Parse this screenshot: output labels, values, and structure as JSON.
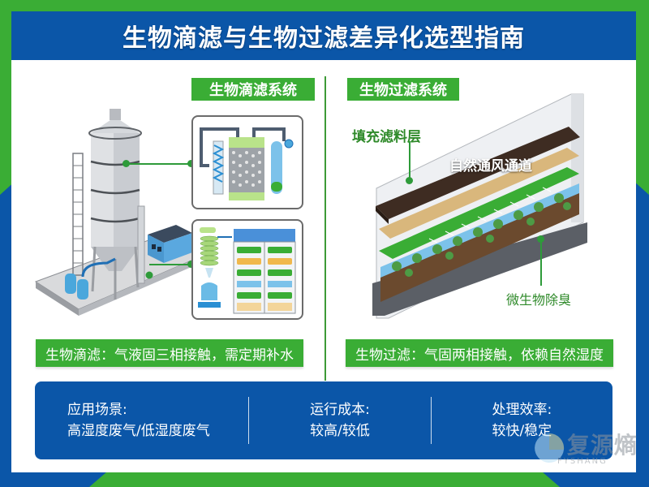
{
  "title": "生物滴滤与生物过滤差异化选型指南",
  "colors": {
    "brand_blue": "#0b56a8",
    "brand_green": "#3aad35",
    "connector_green": "#2e9b3a",
    "white": "#ffffff"
  },
  "left_section": {
    "tag": "生物滴滤系统",
    "summary": "生物滴滤：气液固三相接触，需定期补水",
    "illustrations": [
      "silo-tower-icon",
      "trickling-filter-detail-icon",
      "layered-bed-detail-icon"
    ]
  },
  "right_section": {
    "tag": "生物过滤系统",
    "summary": "生物过滤：气固两相接触，依赖自然湿度",
    "labels": {
      "filter_layer": "填充滤料层",
      "ventilation": "自然通风通道",
      "microbe": "微生物除臭"
    }
  },
  "comparison": [
    {
      "label": "应用场景:",
      "value": "高湿度废气/低湿度废气"
    },
    {
      "label": "运行成本:",
      "value": "较高/较低"
    },
    {
      "label": "处理效率:",
      "value": "较快/稳定"
    }
  ],
  "watermark": {
    "text": "复源熵",
    "sub": "FYSHANG"
  }
}
